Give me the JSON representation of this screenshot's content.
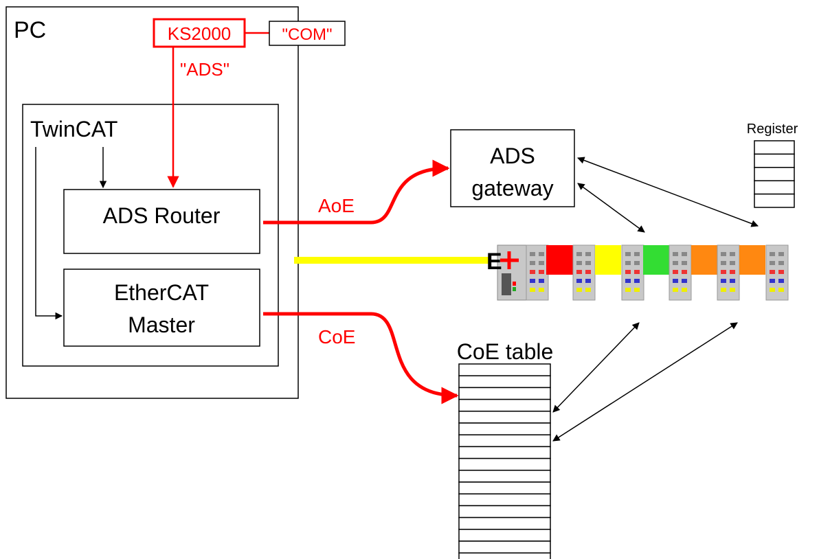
{
  "colors": {
    "protocol_red": "#ff0000",
    "line_black": "#000000",
    "ethernet_cable": "#ffff00",
    "module_red": "#ff0000",
    "module_yellow": "#ffff00",
    "module_green": "#33dd33",
    "module_orange": "#ff8811",
    "terminal_grey": "#c8c8c8"
  },
  "pc": {
    "label": "PC"
  },
  "ks2000": {
    "label": "KS2000",
    "com_label": "\"COM\"",
    "ads_label": "\"ADS\""
  },
  "twincat": {
    "label": "TwinCAT",
    "ads_router": "ADS Router",
    "ethercat_master_line1": "EtherCAT",
    "ethercat_master_line2": "Master"
  },
  "protocols": {
    "aoe": "AoE",
    "coe": "CoE"
  },
  "ads_gateway": {
    "line1": "ADS",
    "line2": "gateway"
  },
  "register": {
    "label": "Register",
    "rows": 5
  },
  "coe_table": {
    "label": "CoE table",
    "rows": 17
  },
  "terminal_strip": {
    "coupler_logo": "E",
    "module_colors": [
      "red",
      "yellow",
      "green",
      "orange",
      "orange"
    ]
  }
}
